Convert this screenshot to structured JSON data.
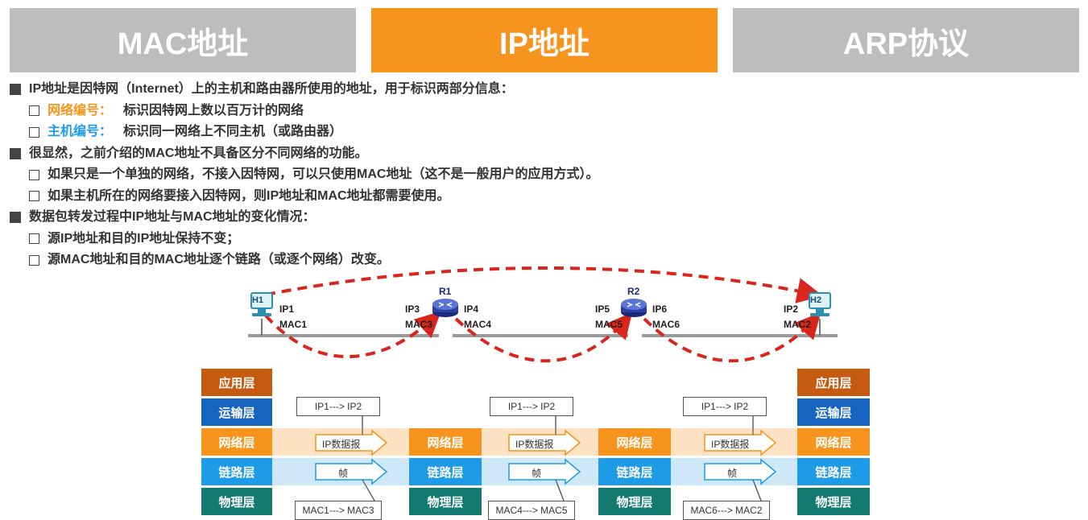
{
  "tabs": [
    {
      "label": "MAC地址",
      "state": "inactive"
    },
    {
      "label": "IP地址",
      "state": "active"
    },
    {
      "label": "ARP协议",
      "state": "inactive"
    }
  ],
  "bullets": {
    "b1": "IP地址是因特网（Internet）上的主机和路由器所使用的地址，用于标识两部分信息：",
    "b1_s1_term": "网络编号：",
    "b1_s1_text": "标识因特网上数以百万计的网络",
    "b1_s2_term": "主机编号：",
    "b1_s2_text": "标识同一网络上不同主机（或路由器）",
    "b2": "很显然，之前介绍的MAC地址不具备区分不同网络的功能。",
    "b2_s1": "如果只是一个单独的网络，不接入因特网，可以只使用MAC地址（这不是一般用户的应用方式）。",
    "b2_s2": "如果主机所在的网络要接入因特网，则IP地址和MAC地址都需要使用。",
    "b3": "数据包转发过程中IP地址与MAC地址的变化情况：",
    "b3_s1": "源IP地址和目的IP地址保持不变；",
    "b3_s2": "源MAC地址和目的MAC地址逐个链路（或逐个网络）改变。"
  },
  "topology": {
    "h1": {
      "name": "H1",
      "ip": "IP1",
      "mac": "MAC1"
    },
    "r1": {
      "name": "R1",
      "ip_left": "IP3",
      "mac_left": "MAC3",
      "ip_right": "IP4",
      "mac_right": "MAC4"
    },
    "r2": {
      "name": "R2",
      "ip_left": "IP5",
      "mac_left": "MAC5",
      "ip_right": "IP6",
      "mac_right": "MAC6"
    },
    "h2": {
      "name": "H2",
      "ip": "IP2",
      "mac": "MAC2"
    }
  },
  "layers": {
    "app": "应用层",
    "transport": "运输层",
    "network": "网络层",
    "link": "链路层",
    "physical": "物理层"
  },
  "hops": [
    {
      "ip_label": "IP1---> IP2",
      "packet": "IP数据报",
      "frame": "帧",
      "mac_label": "MAC1---> MAC3"
    },
    {
      "ip_label": "IP1---> IP2",
      "packet": "IP数据报",
      "frame": "帧",
      "mac_label": "MAC4---> MAC5"
    },
    {
      "ip_label": "IP1---> IP2",
      "packet": "IP数据报",
      "frame": "帧",
      "mac_label": "MAC6---> MAC2"
    }
  ],
  "colors": {
    "accent_orange": "#f7941d",
    "accent_blue": "#1e9be6",
    "tab_inactive": "#bdbdbd",
    "arrow_red": "#d9261c",
    "app_layer": "#c55a11",
    "transport_layer": "#1565c0",
    "physical_layer": "#127a6f"
  }
}
